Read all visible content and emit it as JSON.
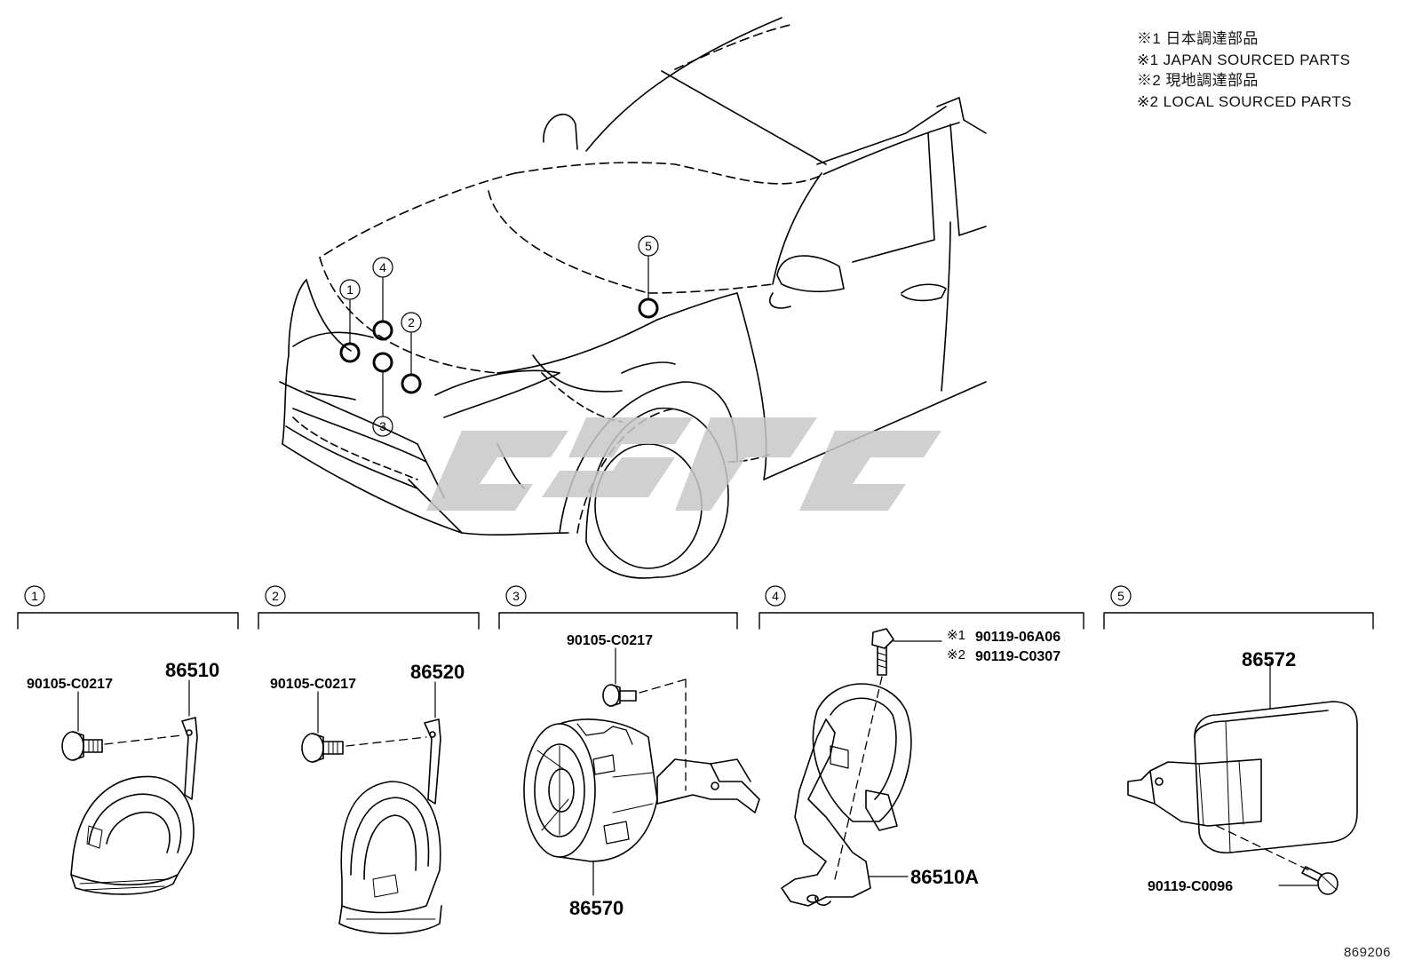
{
  "legend": {
    "line1": "※1 日本調達部品",
    "line2": "※1 JAPAN SOURCED PARTS",
    "line3": "※2 現地調達部品",
    "line4": "※2 LOCAL SOURCED PARTS"
  },
  "locators": {
    "c1": "1",
    "c2": "2",
    "c3": "3",
    "c4": "4",
    "c5": "5"
  },
  "sections": [
    {
      "num": "1"
    },
    {
      "num": "2"
    },
    {
      "num": "3"
    },
    {
      "num": "4"
    },
    {
      "num": "5"
    }
  ],
  "parts": {
    "s1_bolt": "90105-C0217",
    "s1_horn": "86510",
    "s2_bolt": "90105-C0217",
    "s2_horn": "86520",
    "s3_bolt": "90105-C0217",
    "s3_unit": "86570",
    "s4_bolt_jp_mark": "※1",
    "s4_bolt_jp": "90119-06A06",
    "s4_bolt_local_mark": "※2",
    "s4_bolt_local": "90119-C0307",
    "s4_horn": "86510A",
    "s5_unit": "86572",
    "s5_bolt": "90119-C0096"
  },
  "diagram_code": "869206"
}
